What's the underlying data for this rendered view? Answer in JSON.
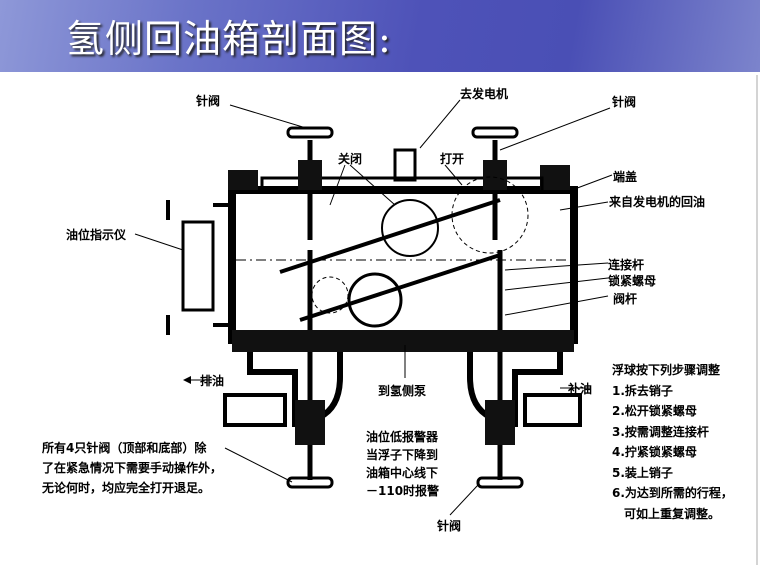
{
  "title": "氢侧回油箱剖面图:",
  "labels": {
    "needle_valve_left": "针阀",
    "to_generator": "去发电机",
    "needle_valve_right": "针阀",
    "close": "关闭",
    "open": "打开",
    "end_cover": "端盖",
    "return_oil": "来自发电机的回油",
    "level_indicator": "油位指示仪",
    "connecting_rod": "连接杆",
    "lock_nut": "锁紧螺母",
    "valve_stem": "阀杆",
    "drain": "排油",
    "to_pump": "到氢侧泵",
    "makeup_oil": "补油",
    "needle_valve_bottom": "针阀"
  },
  "alarm_note": [
    "油位低报警器",
    "当浮子下降到",
    "油箱中心线下",
    "－110时报警"
  ],
  "valve_note": [
    "所有4只针阀（顶部和底部）除",
    "了在紧急情况下需要手动操作外，",
    "无论何时，均应完全打开退足。"
  ],
  "steps": {
    "title": "浮球按下列步骤调整",
    "items": [
      "1.拆去销子",
      "2.松开锁紧螺母",
      "3.按需调整连接杆",
      "4.拧紧锁紧螺母",
      "5.装上销子",
      "6.为达到所需的行程，",
      "　可如上重复调整。"
    ]
  }
}
